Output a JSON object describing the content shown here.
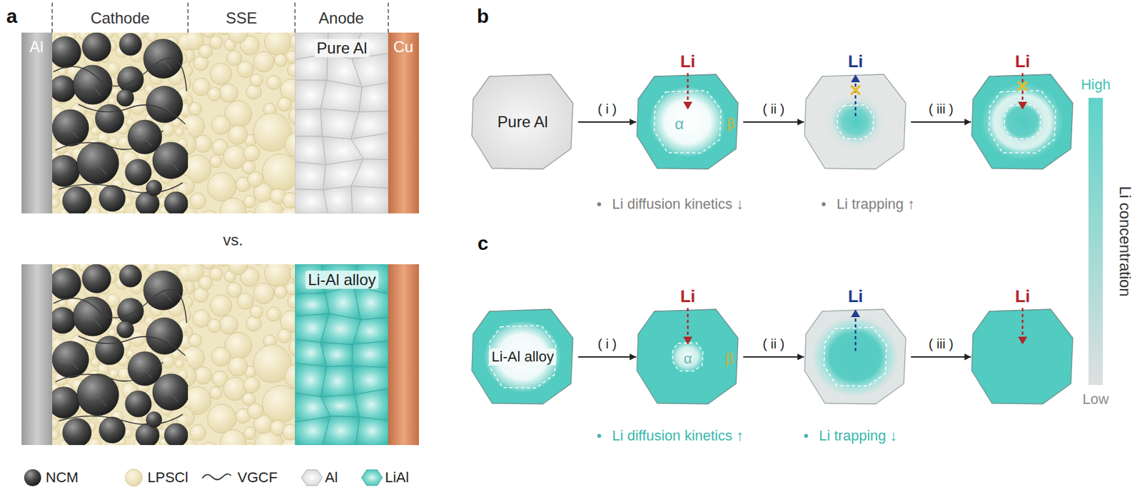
{
  "diagram": {
    "nodes": [
      {
        "text": [
          "Al"
        ]
      },
      {
        "text": [
          "Pure Al"
        ]
      },
      {
        "text": [
          "Cu"
        ]
      },
      {
        "text": [
          "Li-Al alloy"
        ]
      },
      {
        "text": [
          "Pure Al"
        ]
      },
      {
        "text": [
          "Li",
          "α",
          "β"
        ]
      },
      {
        "text": [
          "Li"
        ]
      },
      {
        "text": [
          "Li"
        ]
      },
      {
        "text": [
          "Li-Al alloy"
        ]
      },
      {
        "text": [
          "Li",
          "α",
          "β"
        ]
      },
      {
        "text": [
          "Li"
        ]
      },
      {
        "text": [
          "Li"
        ]
      }
    ],
    "edges": [
      {
        "from": 4,
        "to": 5,
        "arrow": "to",
        "label": "( i )"
      },
      {
        "from": 5,
        "to": 6,
        "arrow": "to",
        "label": "( ii )"
      },
      {
        "from": 6,
        "to": 7,
        "arrow": "to",
        "label": "( iii )"
      },
      {
        "from": 8,
        "to": 9,
        "arrow": "to",
        "label": "( i )"
      },
      {
        "from": 9,
        "to": 10,
        "arrow": "to",
        "label": "( ii )"
      },
      {
        "from": 10,
        "to": 11,
        "arrow": "to",
        "label": "( iii )"
      }
    ],
    "labels": [
      "a",
      "Cathode",
      "SSE",
      "Anode",
      "vs.",
      "b",
      "•",
      "Li diffusion kinetics ↓",
      "•",
      "Li trapping ↑",
      "c",
      "•",
      "Li diffusion kinetics ↑",
      "•",
      "Li trapping ↓",
      "High",
      "Low",
      "Li concentration"
    ],
    "legend": [
      {
        "text": "NCM"
      },
      {
        "text": "LPSCl"
      },
      {
        "text": "VGCF"
      },
      {
        "text": "Al"
      },
      {
        "text": "LiAl"
      }
    ]
  }
}
